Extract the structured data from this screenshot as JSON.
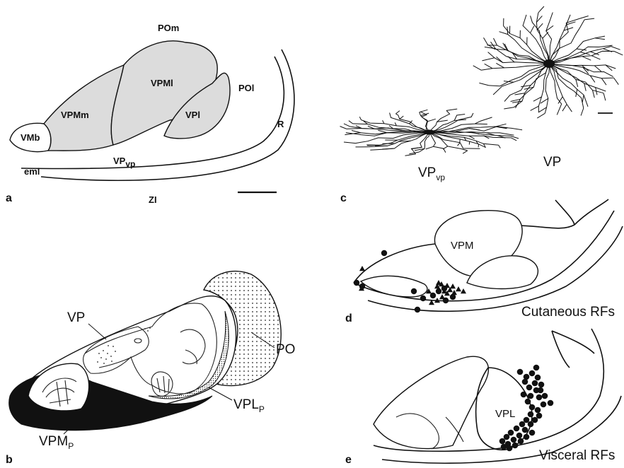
{
  "panels": {
    "a": {
      "letter": "a",
      "labels": {
        "pom": "POm",
        "vpml": "VPMl",
        "pol": "POl",
        "vpmm": "VPMm",
        "vpl": "VPl",
        "vmb": "VMb",
        "vp_vp_main": "VP",
        "vp_vp_sub": "vp",
        "r": "R",
        "eml": "eml",
        "zi": "ZI"
      }
    },
    "b": {
      "letter": "b",
      "labels": {
        "vp": "VP",
        "po": "PO",
        "vplp_main": "VPL",
        "vplp_sub": "P",
        "vpmp_main": "VPM",
        "vpmp_sub": "P"
      }
    },
    "c": {
      "letter": "c",
      "labels": {
        "vp": "VP",
        "vpvp_main": "VP",
        "vpvp_sub": "vp"
      }
    },
    "d": {
      "letter": "d",
      "labels": {
        "vpm": "VPM",
        "caption": "Cutaneous RFs"
      }
    },
    "e": {
      "letter": "e",
      "labels": {
        "vpl": "VPL",
        "caption": "Visceral RFs"
      }
    }
  }
}
